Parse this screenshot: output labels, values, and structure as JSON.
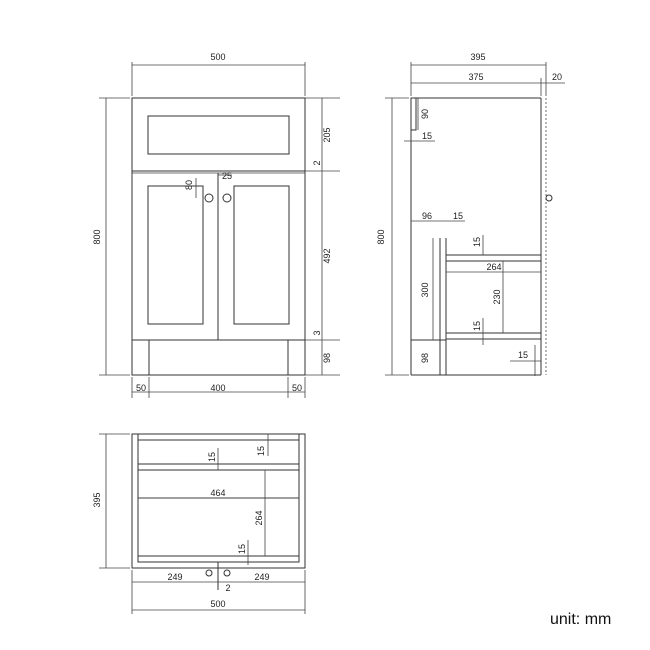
{
  "front_view": {
    "overall_width": "500",
    "overall_height": "800",
    "drawer_height": "205",
    "gap": "2",
    "handle_offset": "25",
    "handle_drop": "80",
    "door_height": "492",
    "door_gap": "3",
    "plinth_height": "98",
    "side_leg_left": "50",
    "plinth_width": "400",
    "side_leg_right": "50"
  },
  "side_view": {
    "overall_depth": "395",
    "body_depth": "375",
    "door_thickness": "20",
    "overall_height": "800",
    "top_rail": "90",
    "top_rail_thickness": "15",
    "back_offset": "96",
    "back_thickness": "15",
    "shelf_top_thickness": "15",
    "shelf_depth": "264",
    "cavity_height": "300",
    "inner_height": "230",
    "shelf_thickness": "15",
    "plinth_height": "98",
    "bottom_thickness": "15"
  },
  "plan_view": {
    "overall_depth": "395",
    "top_board": "15",
    "rail": "15",
    "inner_width": "464",
    "inner_depth": "264",
    "back_board": "15",
    "half_left": "249",
    "center_gap": "2",
    "half_right": "249",
    "overall_width": "500"
  },
  "footer": {
    "unit": "unit: mm"
  }
}
